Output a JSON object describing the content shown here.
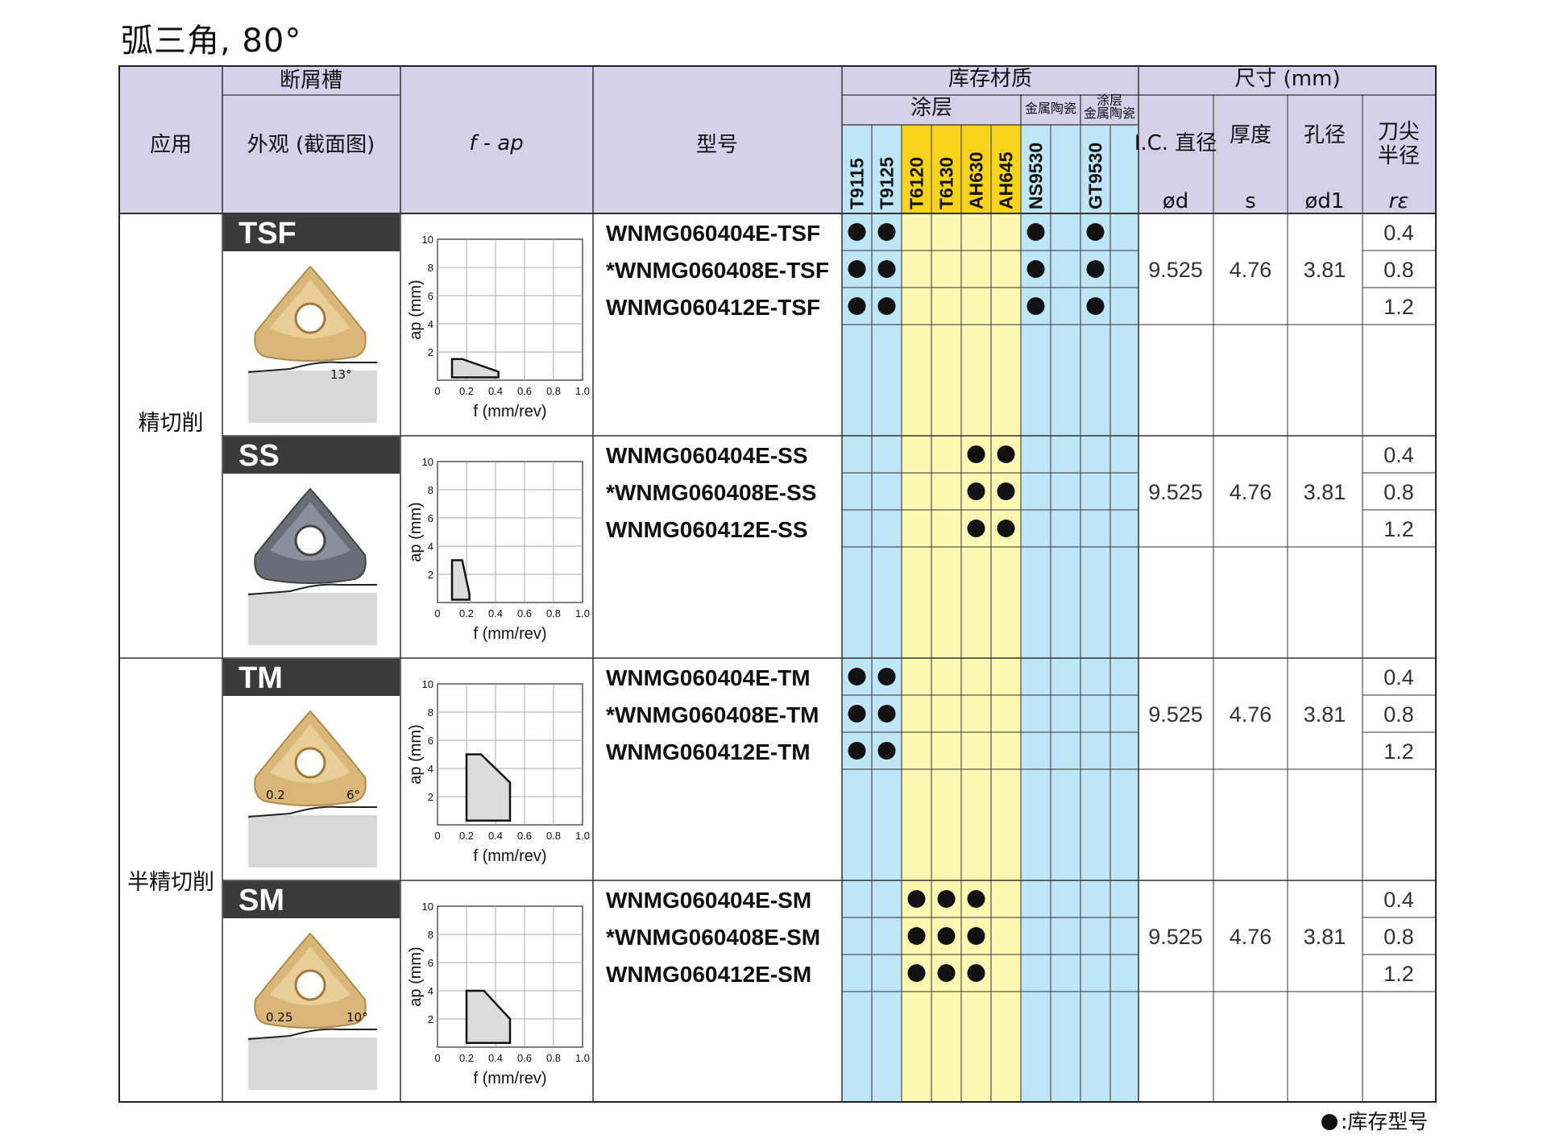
{
  "title": "弧三角, 80°",
  "footnote": ":库存型号",
  "header": {
    "application": "应用",
    "chipbreaker": "断屑槽",
    "appearance": "外观 (截面图)",
    "f_ap": "f - ap",
    "model": "型号",
    "stock_material": "库存材质",
    "coating": "涂层",
    "cermet": "金属陶瓷",
    "coated_cermet_line1": "涂层",
    "coated_cermet_line2": "金属陶瓷",
    "dimensions": "尺寸 (mm)",
    "ic_label": "I.C. 直径",
    "ic_symbol": "ød",
    "thickness_label": "厚度",
    "thickness_symbol": "s",
    "hole_label": "孔径",
    "hole_symbol": "ød1",
    "radius_label_line1": "刀尖",
    "radius_label_line2": "半径",
    "radius_symbol": "rε"
  },
  "grades": [
    "T9115",
    "T9125",
    "T6120",
    "T6130",
    "AH630",
    "AH645",
    "NS9530",
    "",
    "GT9530"
  ],
  "colors": {
    "header_bg": "#d6d1ea",
    "blue": "#bfe6f7",
    "yellow_head": "#f9d21a",
    "yellow": "#fdf7b4",
    "badge": "#3a3a3a"
  },
  "applications": [
    "精切削",
    "半精切削"
  ],
  "chart_axes": {
    "x_ticks": [
      "0",
      "0.2",
      "0.4",
      "0.6",
      "0.8",
      "1.0"
    ],
    "y_ticks": [
      "10",
      "8",
      "6",
      "4",
      "2"
    ],
    "xlabel": "f (mm/rev)",
    "ylabel": "ap (mm)"
  },
  "chart_data": [
    {
      "type": "area",
      "name": "TSF",
      "xlim": [
        0,
        1.0
      ],
      "ylim": [
        0,
        10
      ],
      "grid": true,
      "polygon": [
        [
          0.1,
          0.2
        ],
        [
          0.1,
          1.5
        ],
        [
          0.17,
          1.5
        ],
        [
          0.42,
          0.6
        ],
        [
          0.42,
          0.2
        ]
      ]
    },
    {
      "type": "area",
      "name": "SS",
      "xlim": [
        0,
        1.0
      ],
      "ylim": [
        0,
        10
      ],
      "grid": true,
      "polygon": [
        [
          0.1,
          0.2
        ],
        [
          0.1,
          3.0
        ],
        [
          0.17,
          3.0
        ],
        [
          0.22,
          0.6
        ],
        [
          0.22,
          0.2
        ]
      ]
    },
    {
      "type": "area",
      "name": "TM",
      "xlim": [
        0,
        1.0
      ],
      "ylim": [
        0,
        10
      ],
      "grid": true,
      "polygon": [
        [
          0.2,
          0.3
        ],
        [
          0.2,
          5.0
        ],
        [
          0.3,
          5.0
        ],
        [
          0.5,
          3.0
        ],
        [
          0.5,
          0.3
        ]
      ]
    },
    {
      "type": "area",
      "name": "SM",
      "xlim": [
        0,
        1.0
      ],
      "ylim": [
        0,
        10
      ],
      "grid": true,
      "polygon": [
        [
          0.2,
          0.3
        ],
        [
          0.2,
          4.0
        ],
        [
          0.32,
          4.0
        ],
        [
          0.5,
          2.0
        ],
        [
          0.5,
          0.3
        ]
      ]
    }
  ],
  "groups": [
    {
      "badge": "TSF",
      "profile_label": "13°",
      "dims": {
        "ic": "9.525",
        "s": "4.76",
        "d1": "3.81"
      },
      "rows": [
        {
          "model": "WNMG060404E-TSF",
          "re": "0.4",
          "stock": [
            true,
            true,
            false,
            false,
            false,
            false,
            true,
            false,
            true
          ]
        },
        {
          "model": "*WNMG060408E-TSF",
          "re": "0.8",
          "stock": [
            true,
            true,
            false,
            false,
            false,
            false,
            true,
            false,
            true
          ]
        },
        {
          "model": "WNMG060412E-TSF",
          "re": "1.2",
          "stock": [
            true,
            true,
            false,
            false,
            false,
            false,
            true,
            false,
            true
          ]
        }
      ]
    },
    {
      "badge": "SS",
      "profile_label": "",
      "dims": {
        "ic": "9.525",
        "s": "4.76",
        "d1": "3.81"
      },
      "rows": [
        {
          "model": "WNMG060404E-SS",
          "re": "0.4",
          "stock": [
            false,
            false,
            false,
            false,
            true,
            true,
            false,
            false,
            false
          ]
        },
        {
          "model": "*WNMG060408E-SS",
          "re": "0.8",
          "stock": [
            false,
            false,
            false,
            false,
            true,
            true,
            false,
            false,
            false
          ]
        },
        {
          "model": "WNMG060412E-SS",
          "re": "1.2",
          "stock": [
            false,
            false,
            false,
            false,
            true,
            true,
            false,
            false,
            false
          ]
        }
      ]
    },
    {
      "badge": "TM",
      "profile_label": "0.2",
      "profile_label2": "6°",
      "dims": {
        "ic": "9.525",
        "s": "4.76",
        "d1": "3.81"
      },
      "rows": [
        {
          "model": "WNMG060404E-TM",
          "re": "0.4",
          "stock": [
            true,
            true,
            false,
            false,
            false,
            false,
            false,
            false,
            false
          ]
        },
        {
          "model": "*WNMG060408E-TM",
          "re": "0.8",
          "stock": [
            true,
            true,
            false,
            false,
            false,
            false,
            false,
            false,
            false
          ]
        },
        {
          "model": "WNMG060412E-TM",
          "re": "1.2",
          "stock": [
            true,
            true,
            false,
            false,
            false,
            false,
            false,
            false,
            false
          ]
        }
      ]
    },
    {
      "badge": "SM",
      "profile_label": "0.25",
      "profile_label2": "10°",
      "dims": {
        "ic": "9.525",
        "s": "4.76",
        "d1": "3.81"
      },
      "rows": [
        {
          "model": "WNMG060404E-SM",
          "re": "0.4",
          "stock": [
            false,
            false,
            true,
            true,
            true,
            false,
            false,
            false,
            false
          ]
        },
        {
          "model": "*WNMG060408E-SM",
          "re": "0.8",
          "stock": [
            false,
            false,
            true,
            true,
            true,
            false,
            false,
            false,
            false
          ]
        },
        {
          "model": "WNMG060412E-SM",
          "re": "1.2",
          "stock": [
            false,
            false,
            true,
            true,
            true,
            false,
            false,
            false,
            false
          ]
        }
      ]
    }
  ]
}
